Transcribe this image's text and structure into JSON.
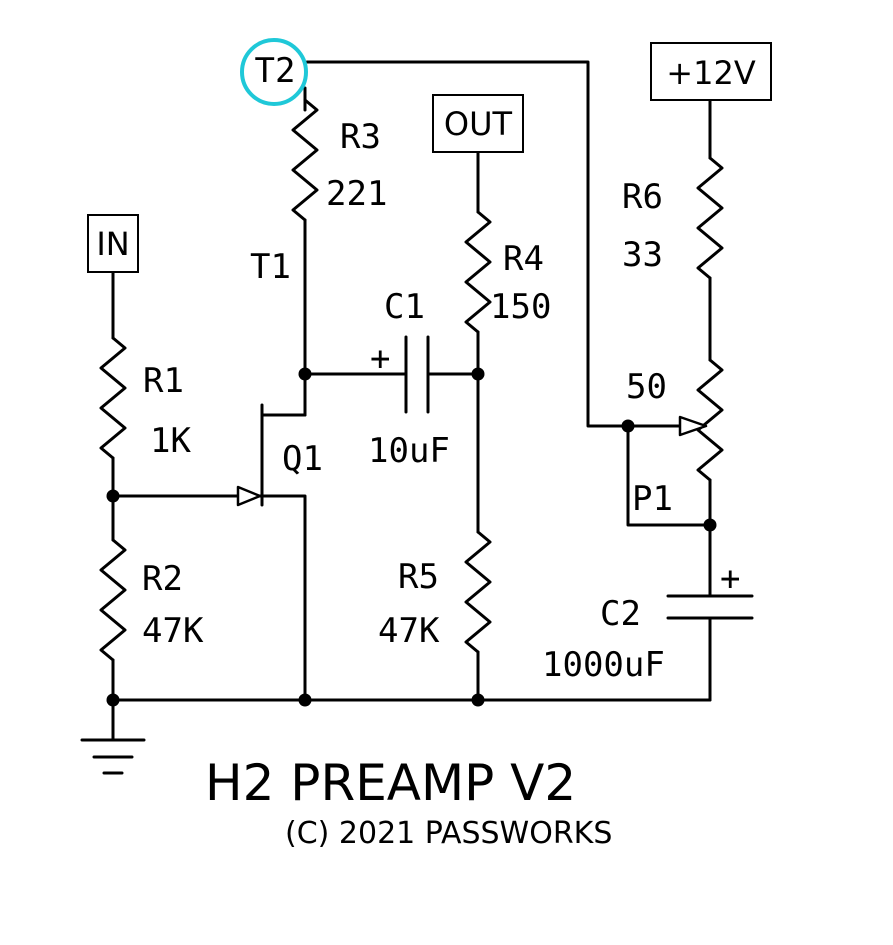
{
  "title": "H2 PREAMP V2",
  "copyright": "(C) 2021 PASSWORKS",
  "terminals": {
    "input": "IN",
    "output": "OUT",
    "supply": "+12V",
    "t1": "T1",
    "t2": "T2"
  },
  "components": {
    "r1": {
      "ref": "R1",
      "value": "1K"
    },
    "r2": {
      "ref": "R2",
      "value": "47K"
    },
    "r3": {
      "ref": "R3",
      "value": "221"
    },
    "r4": {
      "ref": "R4",
      "value": "150"
    },
    "r5": {
      "ref": "R5",
      "value": "47K"
    },
    "r6": {
      "ref": "R6",
      "value": "33"
    },
    "c1": {
      "ref": "C1",
      "value": "10uF",
      "polarity": "+"
    },
    "c2": {
      "ref": "C2",
      "value": "1000uF",
      "polarity": "+"
    },
    "p1": {
      "ref": "P1",
      "value": "50"
    },
    "q1": {
      "ref": "Q1"
    }
  },
  "highlight_color": "#1fc8d8"
}
